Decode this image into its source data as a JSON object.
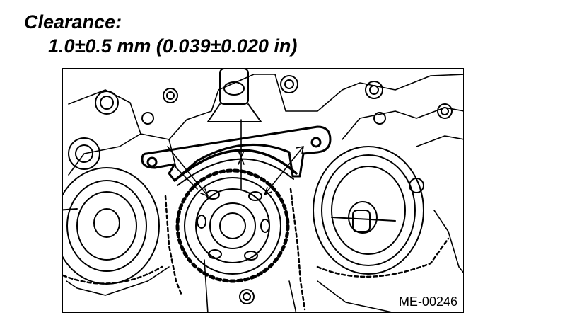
{
  "heading": {
    "label": "Clearance:",
    "value": "1.0±0.5 mm (0.039±0.020 in)"
  },
  "figure": {
    "code": "ME-00246"
  }
}
